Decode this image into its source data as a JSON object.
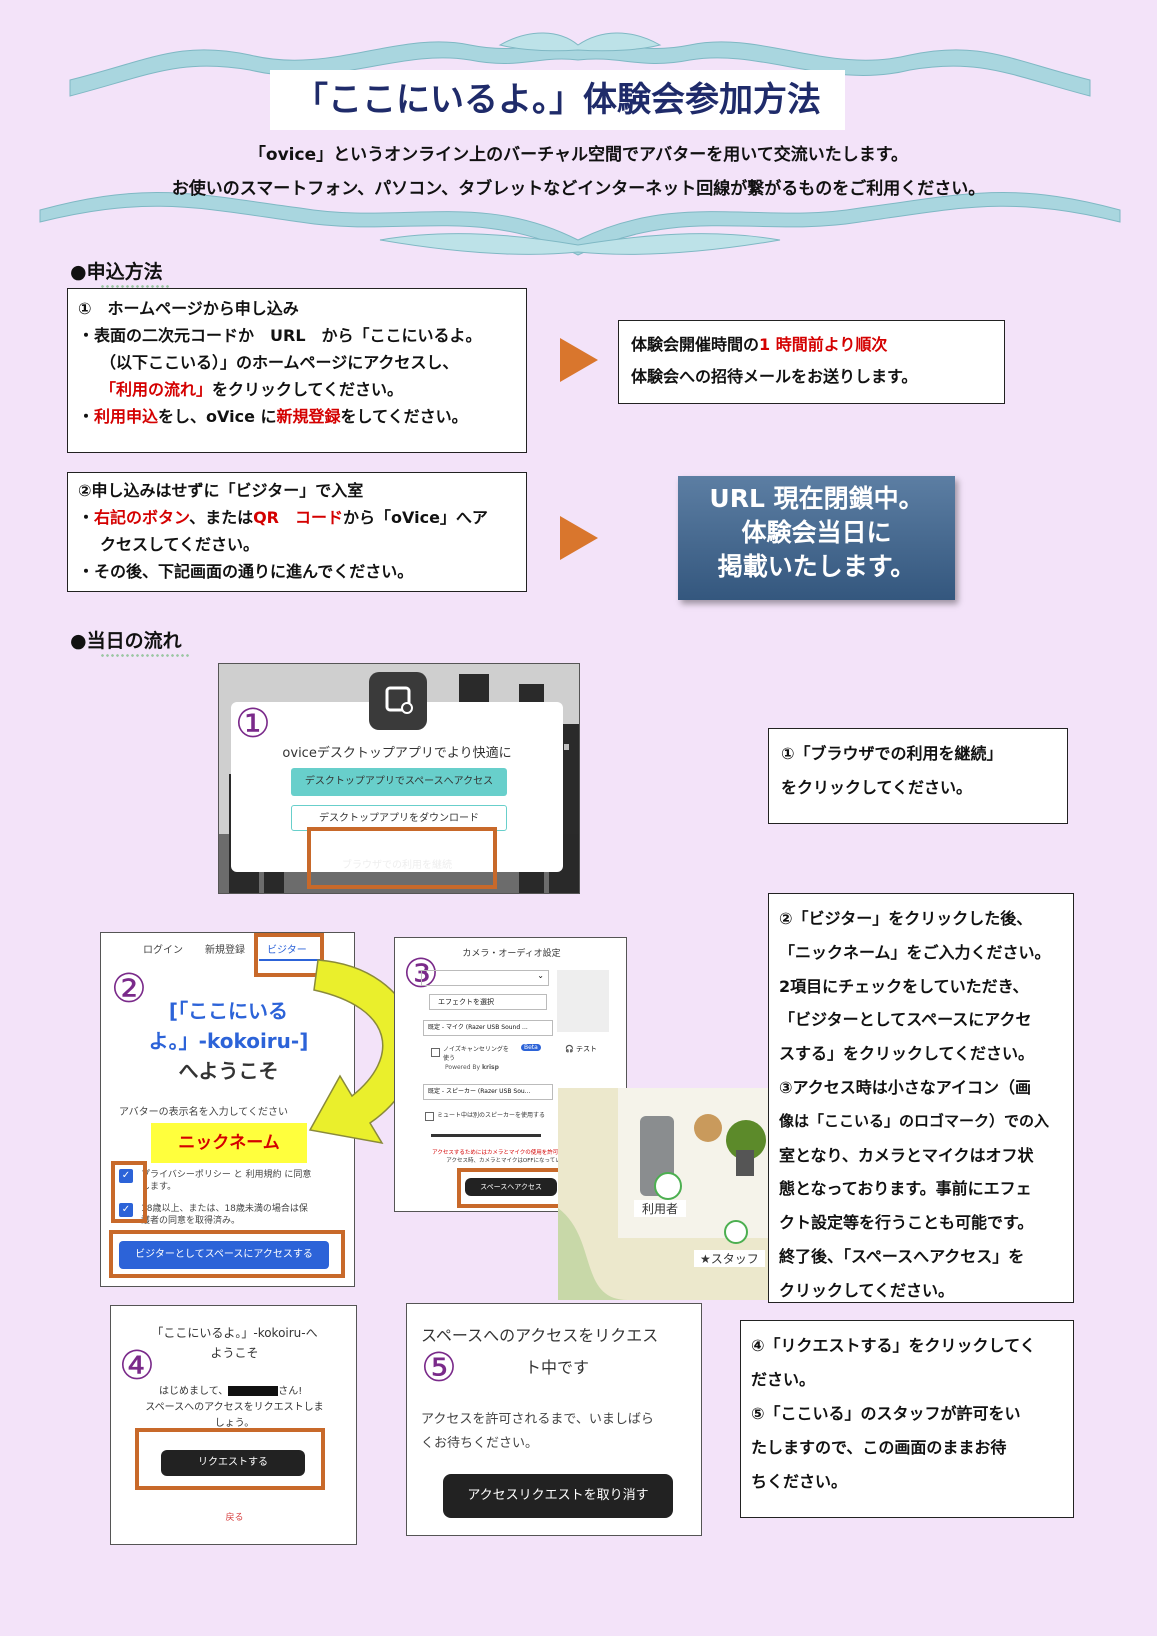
{
  "header": {
    "title": "「ここにいるよ。」体験会参加方法",
    "intro_line1": "「ovice」というオンライン上のバーチャル空間でアバターを用いて交流いたします。",
    "intro_line2": "お使いのスマートフォン、パソコン、タブレットなどインターネット回線が繋がるものをご利用ください。",
    "ribbon_color": "#a9d6df"
  },
  "apply": {
    "section_title": "●申込方法",
    "box1": {
      "heading": "①　ホームページから申し込み",
      "l1": "・表面の二次元コードか　URL　から「ここにいるよ。",
      "l2": "（以下ここいる）」のホームページにアクセスし、",
      "l3_red": "「利用の流れ」",
      "l3_rest": "をクリックしてください。",
      "l4_a": "・",
      "l4_red1": "利用申込",
      "l4_b": "をし、oVice に",
      "l4_red2": "新規登録",
      "l4_c": "をしてください。"
    },
    "box1_result": {
      "l1_a": "体験会開催時間の",
      "l1_red": "1 時間前より順次",
      "l2": "体験会への招待メールをお送りします。"
    },
    "box2": {
      "heading": "②申し込みはせずに「ビジター」で入室",
      "l1_a": "・",
      "l1_red1": "右記のボタン",
      "l1_b": "、または",
      "l1_red2": "QR　コード",
      "l1_c": "から「oVice」へア",
      "l2": "クセスしてください。",
      "l3": "・その後、下記画面の通りに進んでください。"
    },
    "url_badge": {
      "l1": "URL 現在閉鎖中。",
      "l2": "体験会当日に",
      "l3": "掲載いたします。"
    }
  },
  "flow": {
    "section_title": "●当日の流れ",
    "s1": {
      "num": "①",
      "dialog_title": "oviceデスクトップアプリでより快適に",
      "btn_primary": "デスクトップアプリでスペースへアクセス",
      "btn_secondary": "デスクトップアプリをダウンロード",
      "link": "ブラウザでの利用を継続"
    },
    "note1": {
      "l1": "①「ブラウザでの利用を継続」",
      "l2": "をクリックしてください。"
    },
    "s2": {
      "num": "②",
      "tabs": [
        "ログイン",
        "新規登録",
        "ビジター"
      ],
      "welcome_l1": "[「ここにいる",
      "welcome_l2": "よ。」-kokoiru-]",
      "welcome_l3": "へようこそ",
      "field_label": "アバターの表示名を入力してください",
      "nickname": "ニックネーム",
      "check1": "プライバシーポリシー と 利用規約 に同意",
      "check1b": "します。",
      "check2": "18歳以上、または、18歳未満の場合は保",
      "check2b": "護者の同意を取得済み。",
      "submit": "ビジターとしてスペースにアクセスする"
    },
    "s3": {
      "num": "③",
      "title": "カメラ・オーディオ設定",
      "effect": "エフェクトを選択",
      "mic": "既定 - マイク (Razer USB Sound ...",
      "noise": "ノイズキャンセリングを",
      "noise2": "使う",
      "beta": "Beta",
      "test": "テスト",
      "powered": "Powered By",
      "krisp": "krisp",
      "speaker": "既定 - スピーカー (Razer USB Sou...",
      "mute_other": "ミュート中は別のスピーカーを使用する",
      "notice1": "アクセスするためにはカメラとマイクの使用を許可してください",
      "notice2": "アクセス時、カメラとマイクはOFFになっています。",
      "access": "スペースへアクセス",
      "user_label": "利用者",
      "staff_label": "★スタッフ"
    },
    "note2": {
      "l1": "②「ビジター」をクリックした後、",
      "l2": "「ニックネーム」をご入力ください。",
      "l3": "2項目にチェックをしていただき、",
      "l4": "「ビジターとしてスペースにアクセ",
      "l5": "スする」をクリックしてください。",
      "l6": "③アクセス時は小さなアイコン（画",
      "l7": "像は「ここいる」のロゴマーク）での入",
      "l8": "室となり、カメラとマイクはオフ状",
      "l9": "態となっております。事前にエフェ",
      "l10": "クト設定等を行うことも可能です。",
      "l11": "終了後、「スペースへアクセス」を",
      "l12": "クリックしてください。"
    },
    "s4": {
      "num": "④",
      "l1": "「ここにいるよ。」-kokoiru-へ",
      "l2": "ようこそ",
      "l3a": "はじめまして、",
      "l3b": "さん!",
      "l4": "スペースへのアクセスをリクエストしま",
      "l5": "しょう。",
      "btn": "リクエストする",
      "back": "戻る"
    },
    "s5": {
      "num": "⑤",
      "l1": "スペースへのアクセスをリクエス",
      "l2": "ト中です",
      "l3": "アクセスを許可されるまで、いましばら",
      "l4": "くお待ちください。",
      "btn": "アクセスリクエストを取り消す"
    },
    "note3": {
      "l1": "④「リクエストする」をクリックしてく",
      "l2": "ださい。",
      "l3": "⑤「ここいる」のスタッフが許可をい",
      "l4": "たしますので、この画面のままお待",
      "l5": "ちください。"
    }
  }
}
